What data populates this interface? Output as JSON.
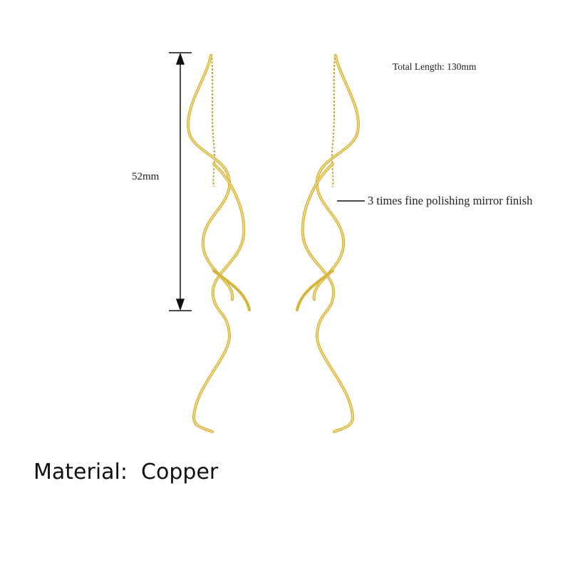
{
  "annotations": {
    "total_length": "Total Length: 130mm",
    "dimension": "52mm",
    "finish": "3 times fine polishing mirror finish"
  },
  "material": "Material:  Copper",
  "colors": {
    "gold": "#d9b43a",
    "gold_highlight": "#f6e7a4",
    "text": "#222222"
  }
}
